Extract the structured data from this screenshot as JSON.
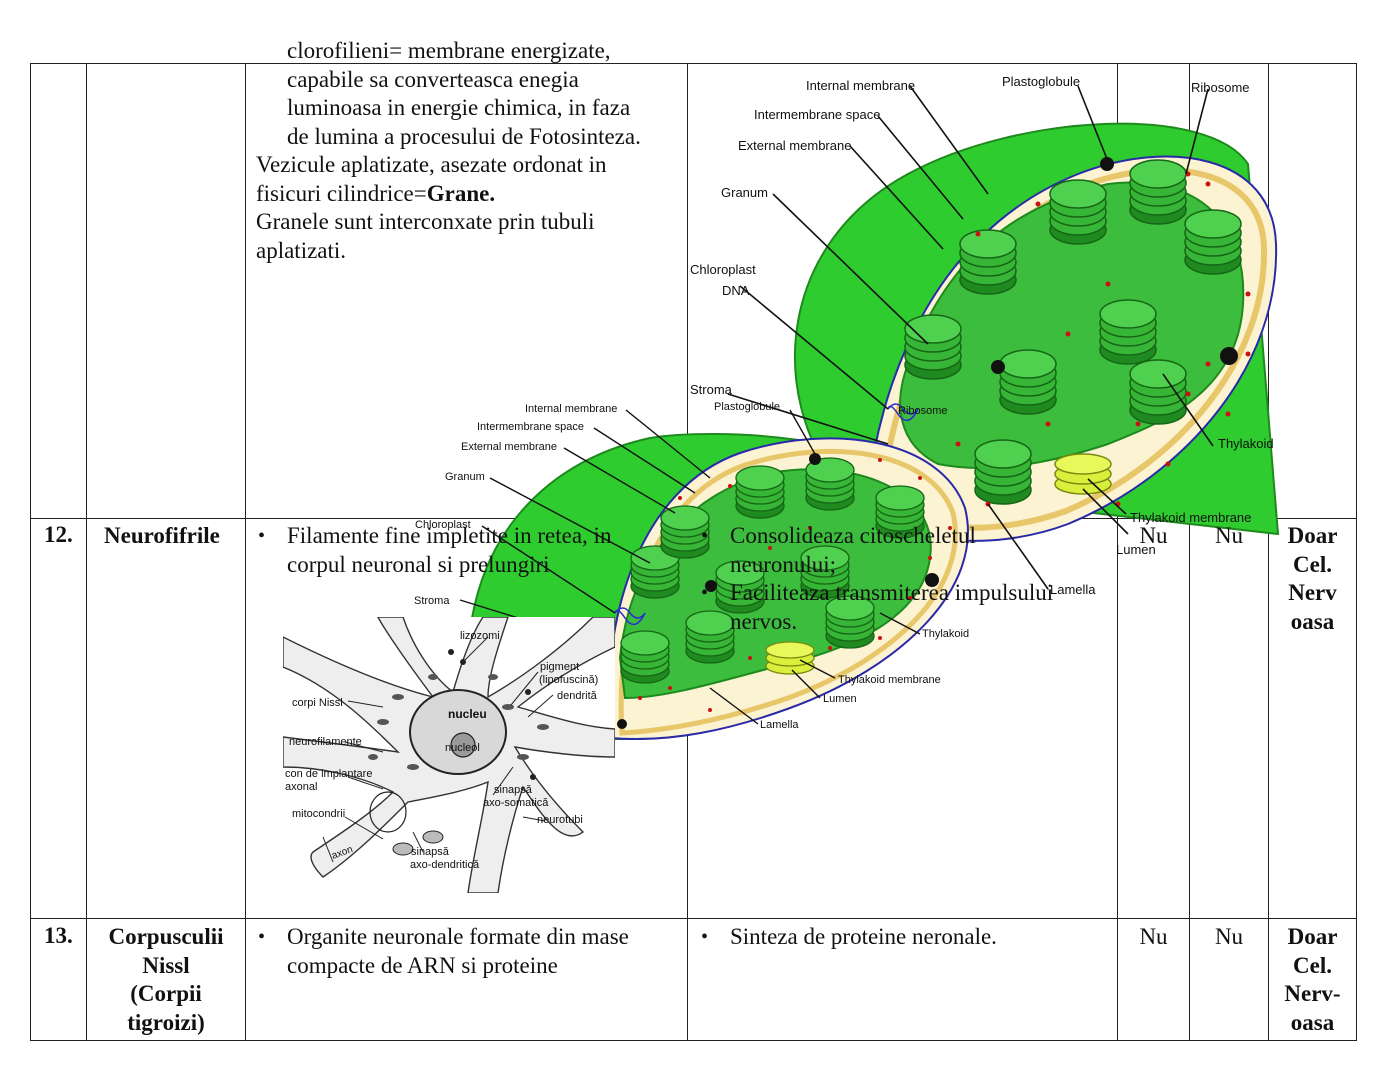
{
  "top_row": {
    "lines_indented": [
      "clorofilieni= membrane energizate,",
      "capabile sa converteasca enegia",
      "luminoasa in energie chimica, in faza",
      "de lumina a procesului de Fotosinteza."
    ],
    "line_vezicule_1": "Vezicule aplatizate, asezate ordonat in",
    "line_vezicule_2_prefix": "fisicuri cilindrice=",
    "line_vezicule_2_bold": "Grane.",
    "line_granele_1": "Granele sunt interconxate prin tubuli",
    "line_granele_2": "aplatizati."
  },
  "row12": {
    "number": "12.",
    "name": "Neurofifrile",
    "structure": [
      "Filamente fine impletite in retea, in",
      "corpul neuronal si prelungiri"
    ],
    "function_bullets": [
      [
        "Consolideaza citoscheletul",
        "neuronului;"
      ],
      [
        "Faciliteaza transmiterea impulsului",
        "nervos."
      ]
    ],
    "col5": "Nu",
    "col6": "Nu",
    "col7": [
      "Doar",
      "Cel.",
      "Nerv",
      "oasa"
    ]
  },
  "row13": {
    "number": "13.",
    "name": [
      "Corpusculii",
      "Nissl",
      "(Corpii",
      "tigroizi)"
    ],
    "structure": [
      "Organite neuronale formate din mase",
      "compacte de ARN si proteine"
    ],
    "function": "Sinteza de proteine  neronale.",
    "col5": "Nu",
    "col6": "Nu",
    "col7": [
      "Doar",
      "Cel.",
      "Nerv-",
      "oasa"
    ]
  },
  "chloroplast_large": {
    "labels": {
      "internal_membrane": "Internal membrane",
      "intermembrane_space": "Intermembrane space",
      "external_membrane": "External membrane",
      "granum": "Granum",
      "chloroplast_dna_1": "Chloroplast",
      "chloroplast_dna_2": "DNA",
      "stroma": "Stroma",
      "plastoglobule": "Plastoglobule",
      "ribosome": "Ribosome",
      "thylakoid": "Thylakoid",
      "thylakoid_membrane": "Thylakoid membrane",
      "lumen": "Lumen",
      "lamella": "Lamella"
    }
  },
  "chloroplast_small": {
    "labels": {
      "internal_membrane": "Internal membrane",
      "intermembrane_space": "Intermembrane space",
      "external_membrane": "External membrane",
      "granum": "Granum",
      "chloroplast_dna": "Chloroplast",
      "stroma": "Stroma",
      "plastoglobule": "Plastoglobule",
      "ribosome": "Ribosome",
      "thylakoid": "Thylakoid",
      "thylakoid_membrane": "Thylakoid membrane",
      "lumen": "Lumen",
      "lamella": "Lamella"
    }
  },
  "neuron_figure": {
    "labels": {
      "lizozomi": "lizozomi",
      "pigment_1": "pigment",
      "pigment_2": "(lipofuscină)",
      "dendrita": "dendrită",
      "corpi_nissl": "corpi Nissl",
      "nucleu": "nucleu",
      "nucleol": "nucleol",
      "neurofilamente": "neurofilamente",
      "con_1": "con de implantare",
      "con_2": "axonal",
      "sinapsa_somatica_1": "sinapsă",
      "sinapsa_somatica_2": "axo-somatică",
      "mitocondrii": "mitocondrii",
      "neurotubi": "neurotubi",
      "axon": "axon",
      "sinapsa_dendritica_1": "sinapsă",
      "sinapsa_dendritica_2": "axo-dendritică"
    }
  },
  "colors": {
    "chloroplast_green": "#33bb33",
    "outer_green": "#2ecc2e",
    "stroma_cream": "#fbf3d2",
    "membrane_tan": "#e8c66a",
    "membrane_blue": "#2a2aa8",
    "thylakoid_yellow": "#d8ef3c"
  }
}
